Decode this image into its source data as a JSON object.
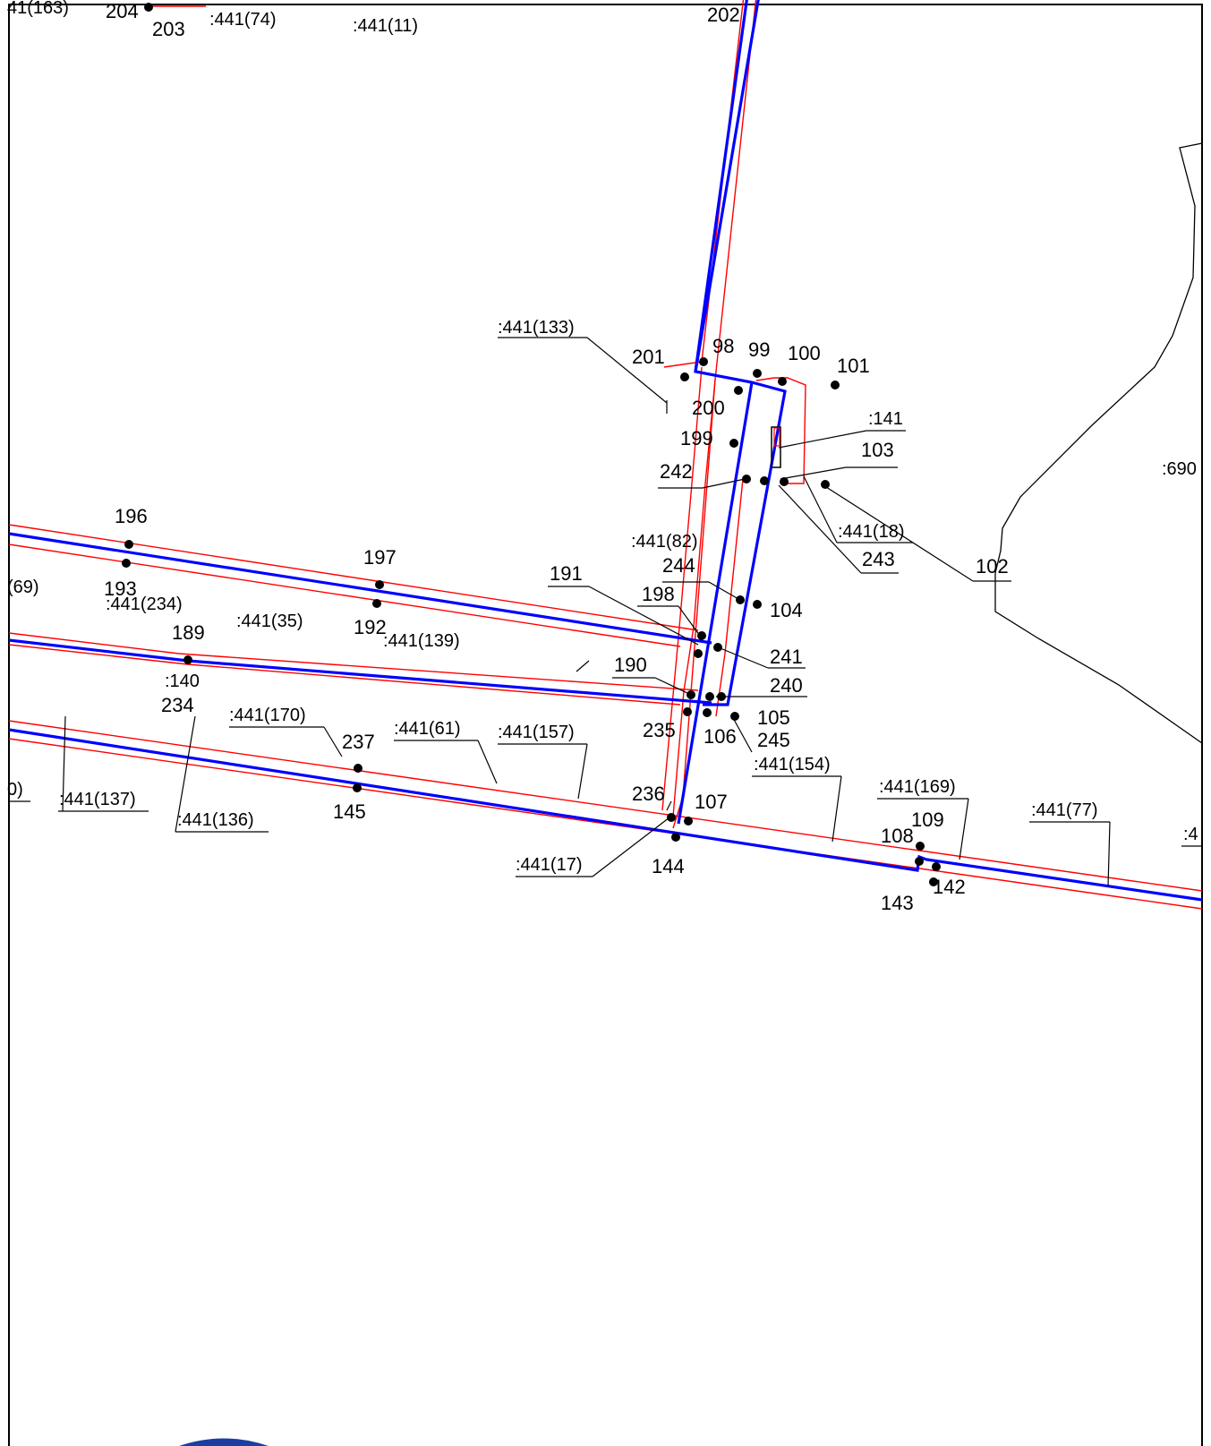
{
  "map": {
    "parcel_labels": [
      {
        "id": "c163",
        "text": "41(163)"
      },
      {
        "id": "c74",
        "text": ":441(74)"
      },
      {
        "id": "c11",
        "text": ":441(11)"
      },
      {
        "id": "c133",
        "text": ":441(133)"
      },
      {
        "id": "c141",
        "text": ":141"
      },
      {
        "id": "c82",
        "text": ":441(82)"
      },
      {
        "id": "c18",
        "text": ":441(18)"
      },
      {
        "id": "c690",
        "text": ":690"
      },
      {
        "id": "c69",
        "text": "(69)"
      },
      {
        "id": "c234",
        "text": ":441(234)"
      },
      {
        "id": "c35",
        "text": ":441(35)"
      },
      {
        "id": "c139",
        "text": ":441(139)"
      },
      {
        "id": "c140",
        "text": ":140"
      },
      {
        "id": "c170",
        "text": ":441(170)"
      },
      {
        "id": "c61",
        "text": ":441(61)"
      },
      {
        "id": "c157",
        "text": ":441(157)"
      },
      {
        "id": "c154",
        "text": ":441(154)"
      },
      {
        "id": "c169",
        "text": ":441(169)"
      },
      {
        "id": "c77",
        "text": ":441(77)"
      },
      {
        "id": "c4",
        "text": ":4"
      },
      {
        "id": "c0",
        "text": "0)"
      },
      {
        "id": "c137",
        "text": ":441(137)"
      },
      {
        "id": "c136",
        "text": ":441(136)"
      },
      {
        "id": "c17",
        "text": ":441(17)"
      }
    ],
    "point_labels": [
      "204",
      "203",
      "202",
      "201",
      "98",
      "99",
      "100",
      "101",
      "200",
      "199",
      "103",
      "242",
      "196",
      "197",
      "193",
      "192",
      "189",
      "191",
      "198",
      "244",
      "104",
      "241",
      "240",
      "190",
      "234",
      "235",
      "106",
      "105",
      "245",
      "237",
      "145",
      "236",
      "107",
      "144",
      "109",
      "108",
      "142",
      "143",
      "102",
      "243"
    ]
  }
}
